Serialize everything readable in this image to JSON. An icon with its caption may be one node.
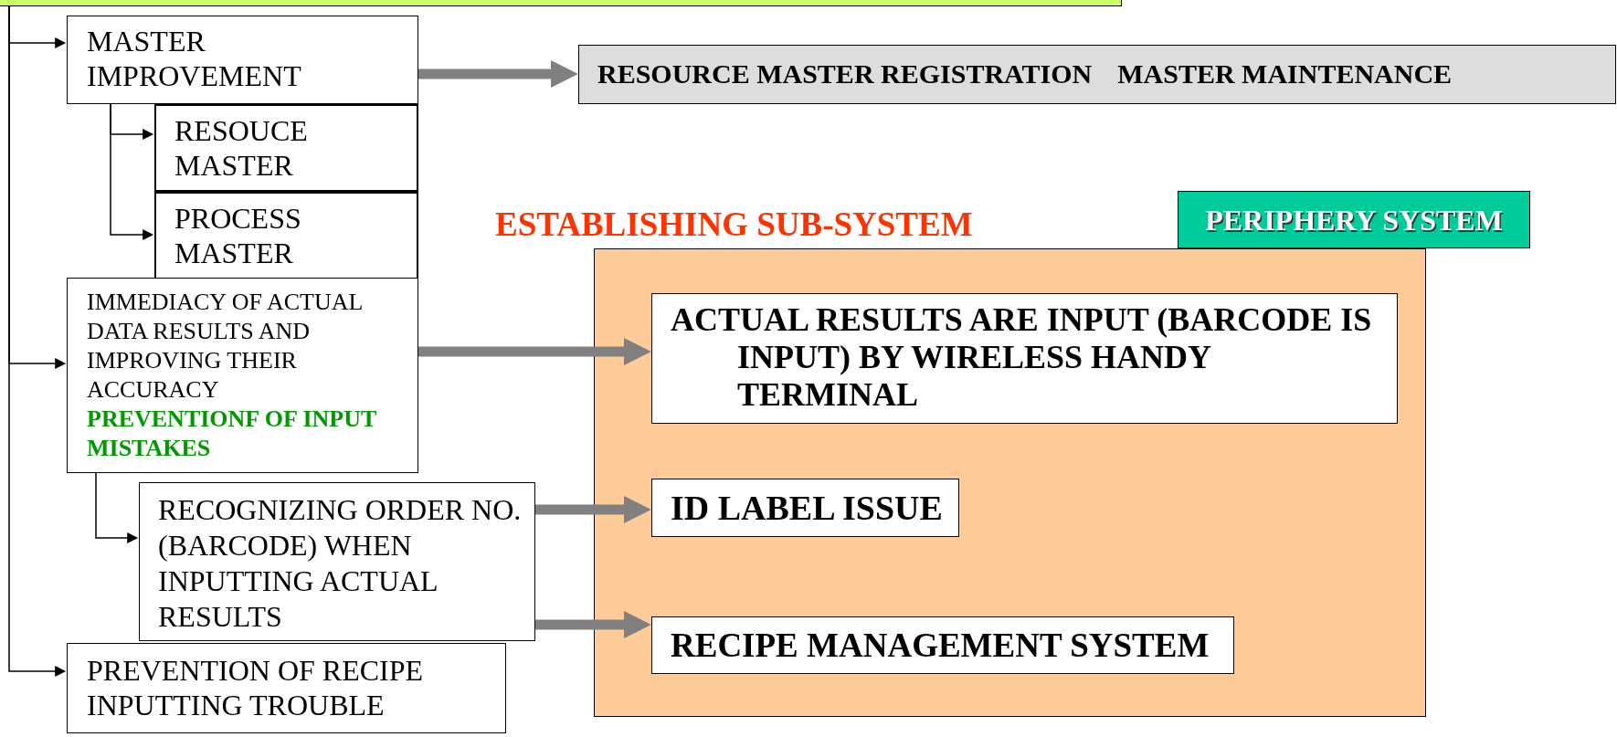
{
  "diagram": {
    "nodes": [
      {
        "text": [],
        "shape": "bar"
      },
      {
        "text": [
          "MASTER IMPROVEMENT"
        ]
      },
      {
        "text": [
          "RESOURCE MASTER REGISTRATION",
          "MASTER MAINTENANCE"
        ]
      },
      {
        "text": [
          "RESOUCE MASTER"
        ]
      },
      {
        "text": [
          "PROCESS MASTER"
        ]
      },
      {
        "text": [
          "ESTABLISHING SUB-SYSTEM"
        ]
      },
      {
        "text": [
          "PERIPHERY SYSTEM"
        ]
      },
      {
        "text": [
          "IMMEDIACY OF ACTUAL DATA RESULTS AND IMPROVING THEIR ACCURACY",
          "PREVENTIONF OF INPUT MISTAKES"
        ]
      },
      {
        "text": [
          "ACTUAL RESULTS ARE INPUT (BARCODE IS INPUT) BY WIRELESS HANDY TERMINAL"
        ],
        "in": 5
      },
      {
        "text": [
          "RECOGNIZING ORDER NO. (BARCODE) WHEN INPUTTING ACTUAL RESULTS"
        ]
      },
      {
        "text": [
          "ID LABEL ISSUE"
        ],
        "in": 5
      },
      {
        "text": [
          "RECIPE MANAGEMENT SYSTEM"
        ],
        "in": 5
      },
      {
        "text": [
          "PREVENTION OF RECIPE INPUTTING TROUBLE"
        ]
      }
    ],
    "edges": [
      {
        "from": 0,
        "to": 1,
        "arrow": "to"
      },
      {
        "from": 0,
        "to": 7,
        "arrow": "to"
      },
      {
        "from": 0,
        "to": 12,
        "arrow": "to"
      },
      {
        "from": 1,
        "to": 3,
        "arrow": "to"
      },
      {
        "from": 1,
        "to": 4,
        "arrow": "to"
      },
      {
        "from": 7,
        "to": 9,
        "arrow": "to"
      },
      {
        "from": 1,
        "to": 2,
        "arrow": "to",
        "style": "thick",
        "color": "#808080"
      },
      {
        "from": 7,
        "to": 8,
        "arrow": "to",
        "style": "thick",
        "color": "#808080"
      },
      {
        "from": 9,
        "to": 10,
        "arrow": "to",
        "style": "thick",
        "color": "#808080"
      },
      {
        "from": 9,
        "to": 11,
        "arrow": "to",
        "style": "thick",
        "color": "#808080"
      }
    ]
  }
}
